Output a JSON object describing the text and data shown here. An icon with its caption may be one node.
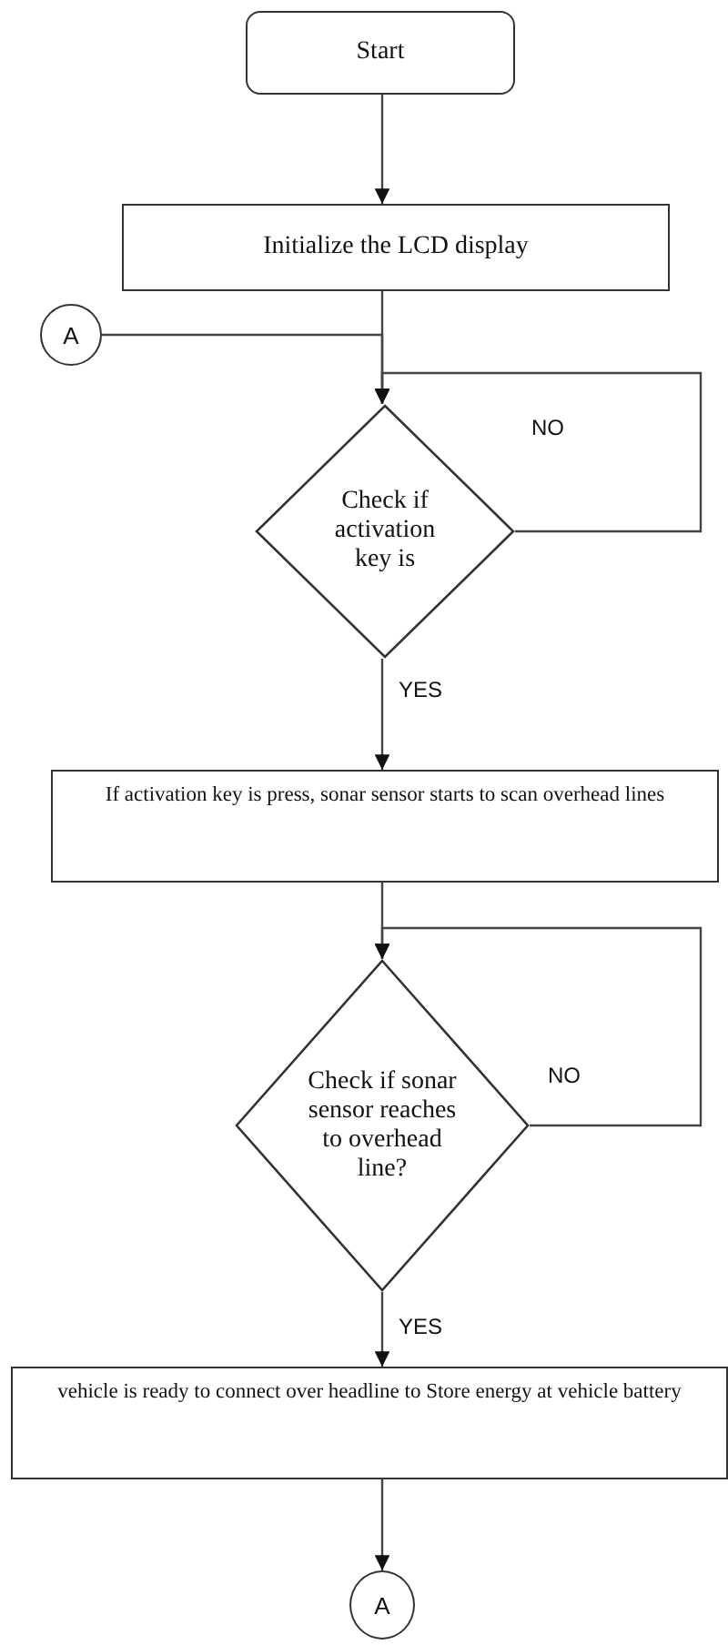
{
  "diagram": {
    "nodes": [
      {
        "text": [
          "Start"
        ]
      },
      {
        "text": [
          "Initialize the LCD display"
        ]
      },
      {
        "text": [
          "A"
        ]
      },
      {
        "text": [
          "Check if activation key is"
        ]
      },
      {
        "text": [
          "If activation key is press, sonar sensor starts to scan overhead lines"
        ]
      },
      {
        "text": [
          "Check if sonar sensor reaches to overhead line?"
        ]
      },
      {
        "text": [
          "vehicle is ready to connect over headline to Store energy at vehicle battery"
        ]
      },
      {
        "text": [
          "A"
        ]
      }
    ],
    "edges": [
      {
        "from": 0,
        "to": 1,
        "arrow": "to"
      },
      {
        "from": 1,
        "to": 3,
        "arrow": "to"
      },
      {
        "from": 2,
        "to": 3,
        "arrow": "to"
      },
      {
        "from": 3,
        "to": 3,
        "arrow": "to",
        "label": "NO"
      },
      {
        "from": 3,
        "to": 4,
        "arrow": "to",
        "label": "YES"
      },
      {
        "from": 4,
        "to": 5,
        "arrow": "to"
      },
      {
        "from": 5,
        "to": 5,
        "arrow": "to",
        "label": "NO"
      },
      {
        "from": 5,
        "to": 6,
        "arrow": "to",
        "label": "YES"
      },
      {
        "from": 6,
        "to": 7,
        "arrow": "to"
      }
    ]
  }
}
